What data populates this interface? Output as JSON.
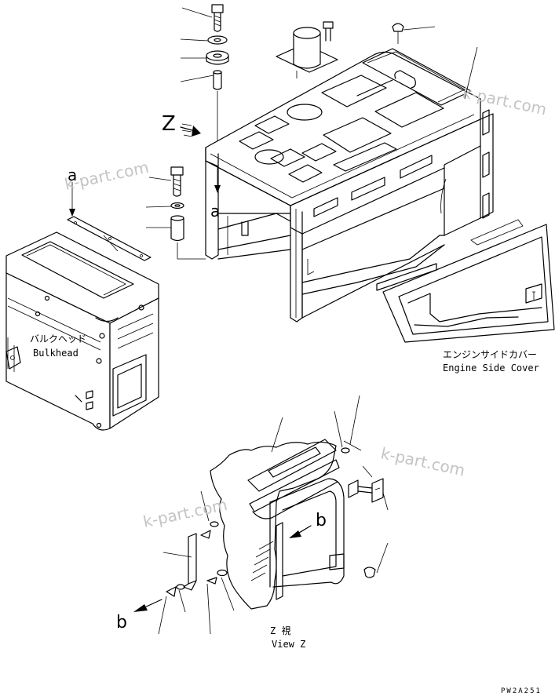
{
  "labels": {
    "z_mark": "Z",
    "a_top": "a",
    "a_frame": "a",
    "b_right": "b",
    "b_left": "b",
    "bulkhead_jp": "バルクヘッド",
    "bulkhead_en": "Bulkhead",
    "engine_side_cover_jp": "エンジンサイドカバー",
    "engine_side_cover_en": "Engine Side Cover",
    "view_jp": "Z 視",
    "view_en": "View Z",
    "drawing_code": "PW2A251"
  },
  "watermark": {
    "w1": "k-part.com",
    "w2": "k-part.com",
    "w3": "k-part.com",
    "w4": "k-part.com"
  }
}
